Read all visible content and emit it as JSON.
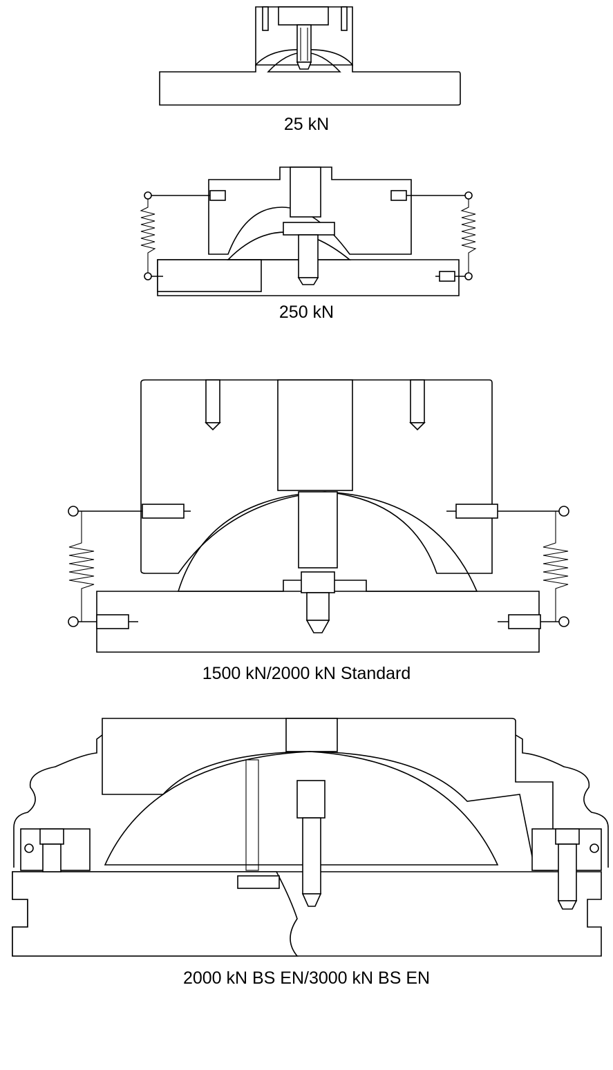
{
  "figure": {
    "captions": {
      "a": "25 kN",
      "b": "250 kN",
      "c": "1500 kN/2000 kN Standard",
      "d": "2000 kN BS EN/3000 kN BS EN"
    },
    "colors": {
      "line": "#000000",
      "background": "#ffffff"
    }
  }
}
